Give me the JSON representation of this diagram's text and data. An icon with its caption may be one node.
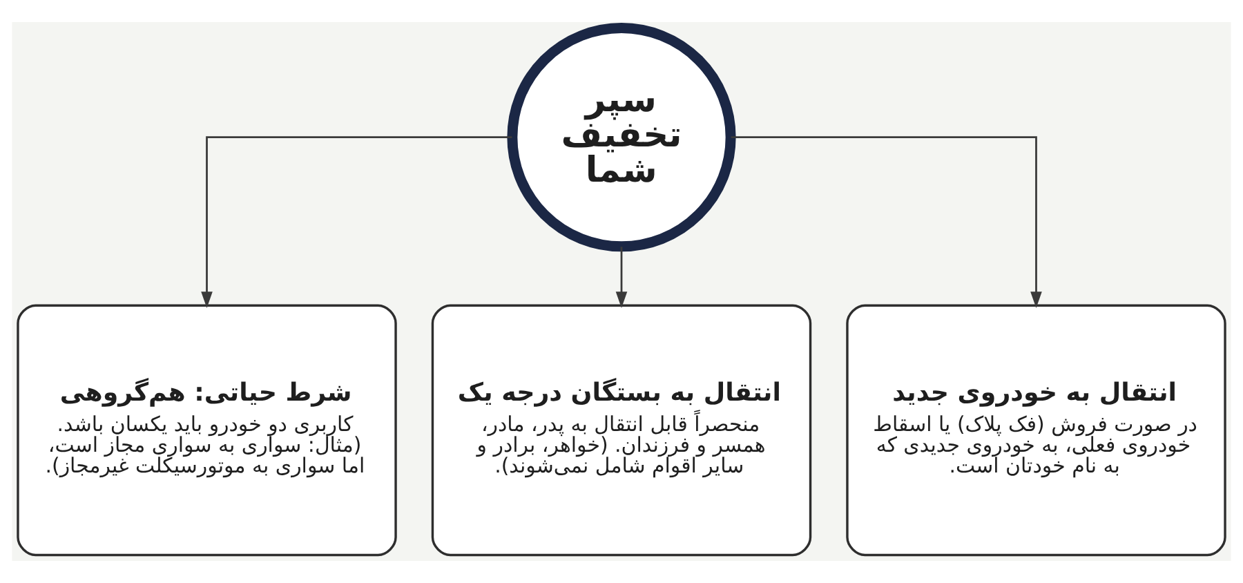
{
  "diagram": {
    "nodes": [
      {
        "text": [
          "سپر تخفیف شما"
        ]
      },
      {
        "text": [
          "انتقال به خودروی جدید",
          "در صورت فروش (فک پلاک) یا اسقاط خودروی فعلی، به خودروی جدیدی که به نام خودتان است."
        ]
      },
      {
        "text": [
          "انتقال به بستگان درجه یک",
          "منحصراً قابل انتقال به پدر، مادر، همسر و فرزندان. (خواهر، برادر و سایر اقوام شامل نمی‌شوند)."
        ]
      },
      {
        "text": [
          "شرط حیاتی: هم‌گروهی",
          "کاربری دو خودرو باید یکسان باشد. (مثال: سواری به سواری مجاز است، اما سواری به موتورسیکلت غیرمجاز)."
        ]
      }
    ],
    "edges": [
      {
        "from": 0,
        "to": 3,
        "arrow": "to"
      },
      {
        "from": 0,
        "to": 2,
        "arrow": "to"
      },
      {
        "from": 0,
        "to": 1,
        "arrow": "to"
      }
    ]
  }
}
